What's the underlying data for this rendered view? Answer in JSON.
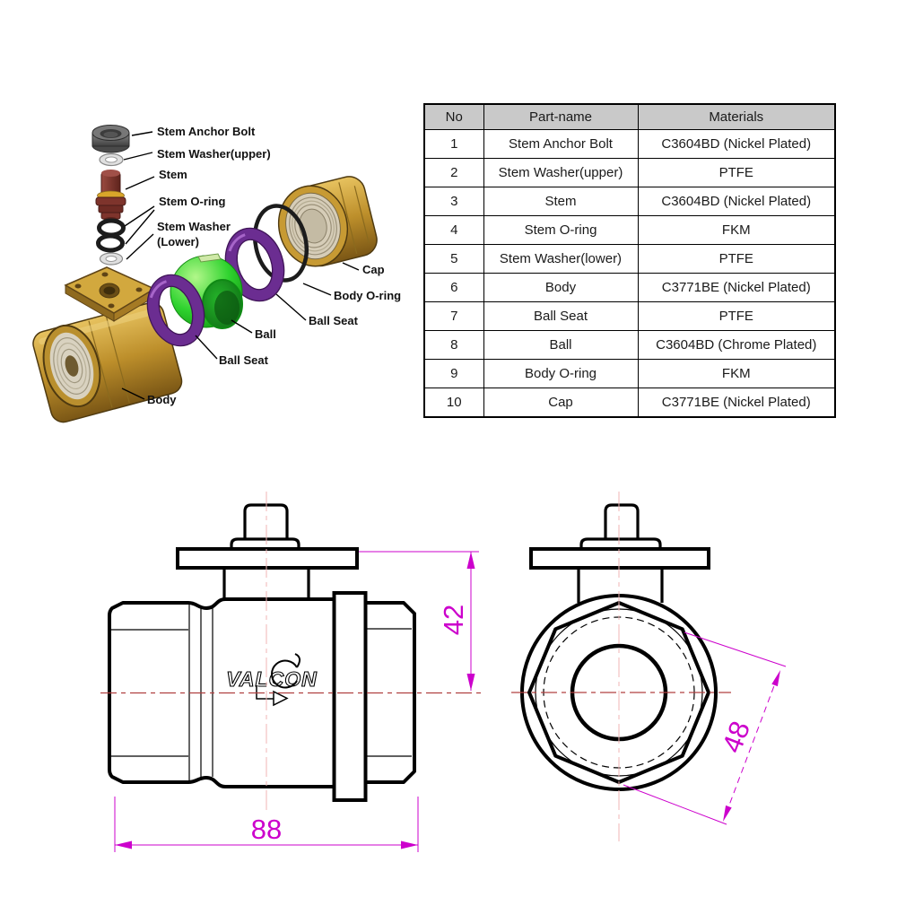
{
  "exploded_view": {
    "labels": {
      "stem_anchor_bolt": "Stem Anchor Bolt",
      "stem_washer_upper": "Stem Washer(upper)",
      "stem": "Stem",
      "stem_o_ring": "Stem O-ring",
      "stem_washer_lower_line1": "Stem Washer",
      "stem_washer_lower_line2": "(Lower)",
      "cap": "Cap",
      "body_o_ring": "Body O-ring",
      "ball_seat_upper": "Ball Seat",
      "ball": "Ball",
      "ball_seat_lower": "Ball Seat",
      "body": "Body"
    },
    "part_colors": {
      "brass": "#c4942f",
      "ball_green": "#2fd32f",
      "seat_purple": "#6b2d91",
      "oring_black": "#1c1c1c",
      "washer_silver": "#e0e0e0",
      "stem_maroon": "#7e342c",
      "bolt_gray": "#5a5a5a"
    }
  },
  "parts_table": {
    "headers": [
      "No",
      "Part-name",
      "Materials"
    ],
    "header_bg": "#c9c9c9",
    "rows": [
      {
        "no": "1",
        "part": "Stem Anchor Bolt",
        "material": "C3604BD (Nickel Plated)"
      },
      {
        "no": "2",
        "part": "Stem Washer(upper)",
        "material": "PTFE"
      },
      {
        "no": "3",
        "part": "Stem",
        "material": "C3604BD (Nickel Plated)"
      },
      {
        "no": "4",
        "part": "Stem O-ring",
        "material": "FKM"
      },
      {
        "no": "5",
        "part": "Stem Washer(lower)",
        "material": "PTFE"
      },
      {
        "no": "6",
        "part": "Body",
        "material": "C3771BE (Nickel Plated)"
      },
      {
        "no": "7",
        "part": "Ball Seat",
        "material": "PTFE"
      },
      {
        "no": "8",
        "part": "Ball",
        "material": "C3604BD (Chrome Plated)"
      },
      {
        "no": "9",
        "part": "Body O-ring",
        "material": "FKM"
      },
      {
        "no": "10",
        "part": "Cap",
        "material": "C3771BE (Nickel Plated)"
      }
    ]
  },
  "drawings": {
    "side_view": {
      "logo_text": "VALCON",
      "width_dim": "88",
      "height_dim": "42"
    },
    "end_view": {
      "across_dim": "48"
    },
    "dimension_color": "#cc00cc",
    "centerline_color": "#b04040"
  }
}
